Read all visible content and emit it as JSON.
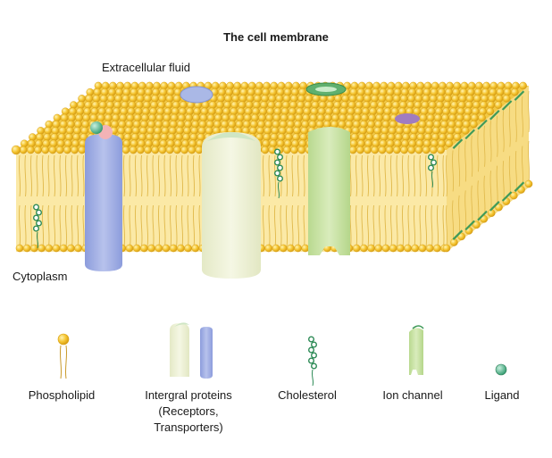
{
  "title": "The cell membrane",
  "labels": {
    "extracellular": "Extracellular fluid",
    "cytoplasm": "Cytoplasm"
  },
  "legend": [
    {
      "key": "phospholipid",
      "lines": [
        "Phospholipid"
      ]
    },
    {
      "key": "integral-proteins",
      "lines": [
        "Intergral proteins",
        "(Receptors,",
        "Transporters)"
      ]
    },
    {
      "key": "cholesterol",
      "lines": [
        "Cholesterol"
      ]
    },
    {
      "key": "ion-channel",
      "lines": [
        "Ion channel"
      ]
    },
    {
      "key": "ligand",
      "lines": [
        "Ligand"
      ]
    }
  ],
  "colors": {
    "lipid_head": "#f5c531",
    "lipid_head_edge": "#d79f12",
    "tail": "#e6c25a",
    "core": "#fbe9a6",
    "receptor_blue": "#a9b6e4",
    "transporter_cream": "#eef2d4",
    "channel_green": "#cfe5a8",
    "cholesterol_green": "#2e8b57",
    "ligand": "#6fc6a0",
    "green_stripe": "#3f9a59",
    "purple": "#a07cc0"
  }
}
